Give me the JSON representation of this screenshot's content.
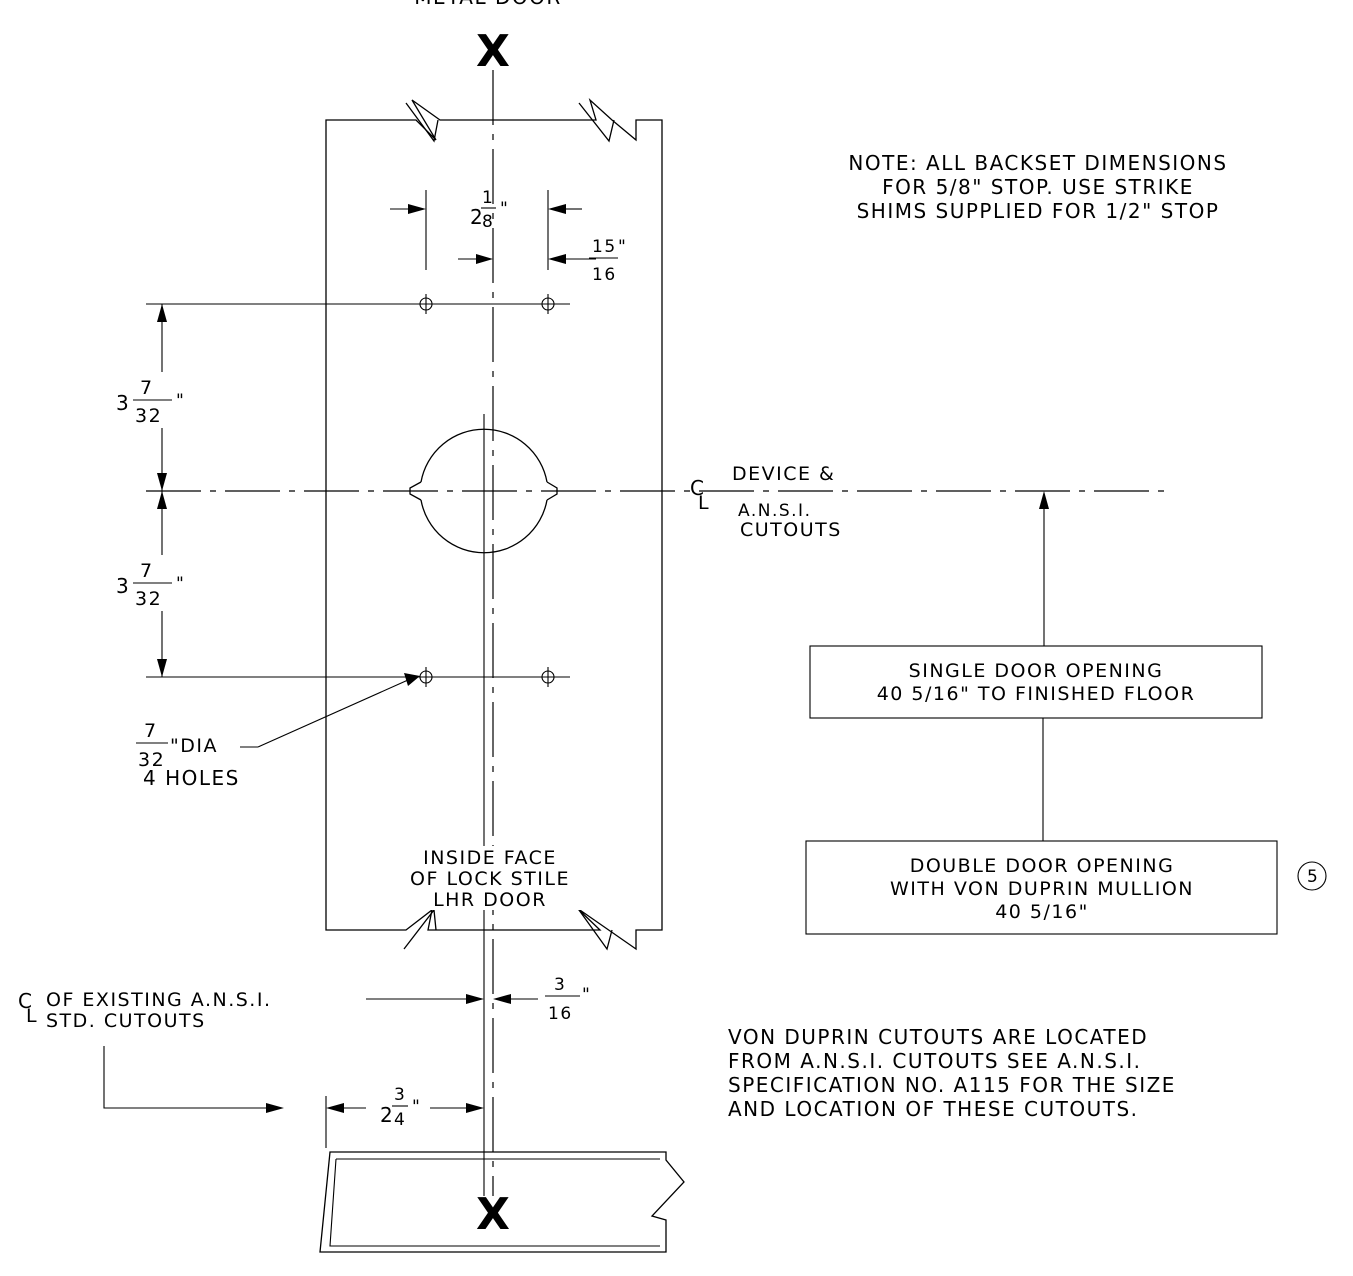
{
  "title_top": "METAL DOOR",
  "marker_x": "X",
  "note": {
    "line1": "NOTE: ALL BACKSET DIMENSIONS",
    "line2": "FOR 5/8\" STOP. USE STRIKE",
    "line3": "SHIMS SUPPLIED FOR 1/2\" STOP"
  },
  "dimensions": {
    "top_width": {
      "whole": "2",
      "num": "1",
      "den": "8",
      "unit": "\""
    },
    "top_offset": {
      "num": "15",
      "den": "16",
      "unit": "\""
    },
    "upper_vertical": {
      "whole": "3",
      "num": "7",
      "den": "32",
      "unit": "\""
    },
    "lower_vertical": {
      "whole": "3",
      "num": "7",
      "den": "32",
      "unit": "\""
    },
    "hole_dia": {
      "num": "7",
      "den": "32",
      "suffix": "\"DIA"
    },
    "holes_count": "4 HOLES",
    "bottom_offset": {
      "num": "3",
      "den": "16",
      "unit": "\""
    },
    "bottom_width": {
      "whole": "2",
      "num": "3",
      "den": "4",
      "unit": "\""
    }
  },
  "centerline_symbol": {
    "c": "C",
    "l": "L"
  },
  "device_label": {
    "line1": "DEVICE &",
    "line2": "A.N.S.I.",
    "line3": "CUTOUTS"
  },
  "stile_label": {
    "line1": "INSIDE FACE",
    "line2": "OF LOCK STILE",
    "line3": "LHR DOOR"
  },
  "existing_label": {
    "line1": "OF EXISTING A.N.S.I.",
    "line2": "STD. CUTOUTS"
  },
  "single_door_box": {
    "line1": "SINGLE DOOR OPENING",
    "line2": "40 5/16\" TO FINISHED FLOOR"
  },
  "double_door_box": {
    "line1": "DOUBLE DOOR OPENING",
    "line2": "WITH VON DUPRIN MULLION",
    "line3": "40 5/16\""
  },
  "callout_number": "5",
  "bottom_note": {
    "line1": "VON DUPRIN CUTOUTS ARE LOCATED",
    "line2": "FROM A.N.S.I. CUTOUTS SEE A.N.S.I.",
    "line3": "SPECIFICATION NO. A115 FOR THE SIZE",
    "line4": "AND LOCATION OF THESE CUTOUTS."
  }
}
